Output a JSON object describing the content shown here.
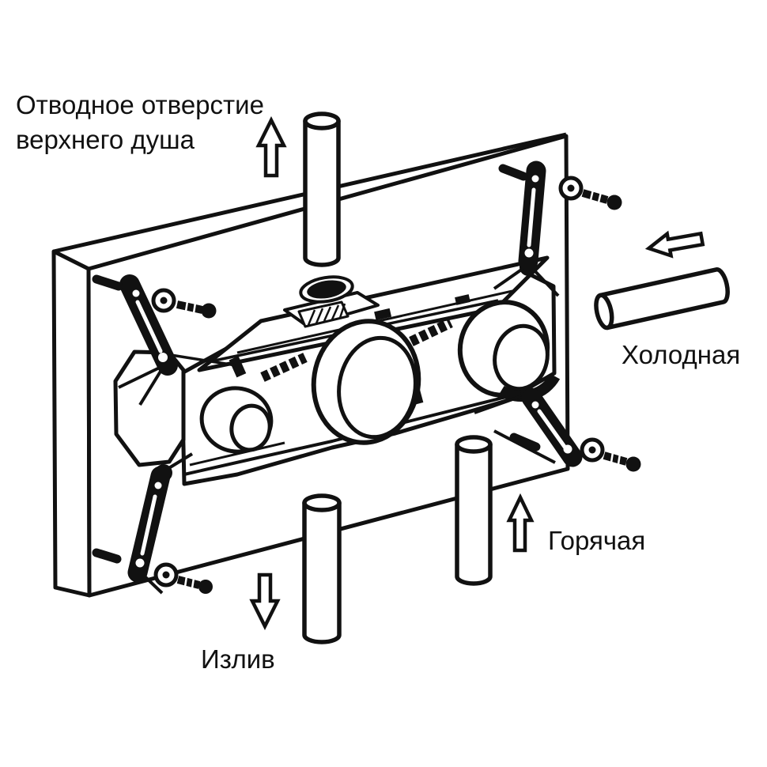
{
  "page": {
    "background_color": "#ffffff",
    "line_color": "#111111"
  },
  "labels": {
    "shower_outlet_line1": "Отводное отверстие",
    "shower_outlet_line2": "верхнего душа",
    "cold": "Холодная",
    "hot": "Горячая",
    "spout": "Излив"
  },
  "arrows": [
    {
      "name": "shower-outlet-flow-arrow",
      "direction": "up"
    },
    {
      "name": "cold-inlet-flow-arrow",
      "direction": "left"
    },
    {
      "name": "hot-inlet-flow-arrow",
      "direction": "up"
    },
    {
      "name": "spout-flow-arrow",
      "direction": "down"
    }
  ]
}
